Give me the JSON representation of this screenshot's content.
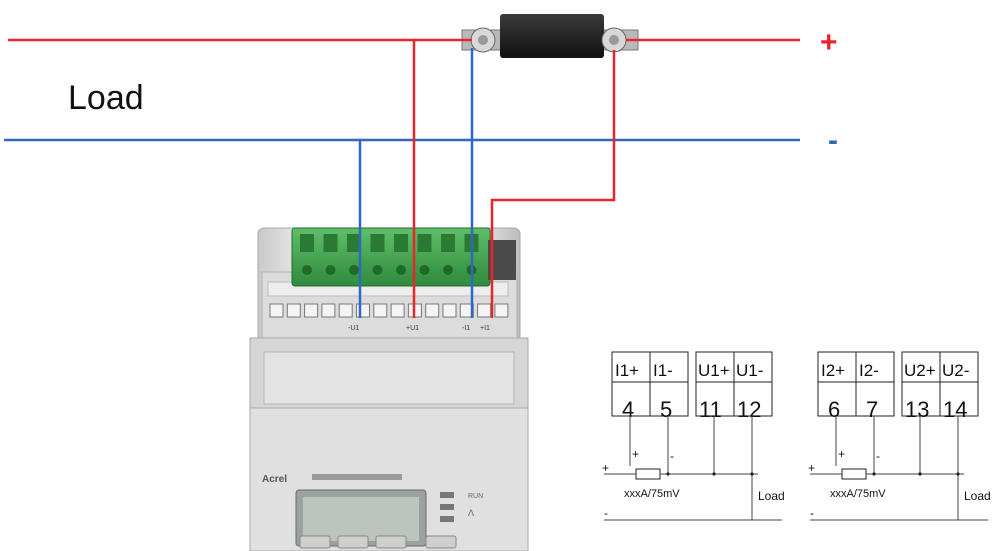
{
  "title": "Load",
  "rails": {
    "plus_label": "+",
    "minus_label": "-",
    "plus_color": "#e8262a",
    "minus_color": "#2f67c2"
  },
  "device": {
    "brand": "Acrel",
    "terminal_labels": [
      "-U1",
      "+U1",
      "-I1",
      "+I1"
    ],
    "indicator_labels": [
      "RUN",
      "Λ"
    ]
  },
  "schematics": [
    {
      "current_terminals": [
        {
          "name": "I1+",
          "number": "4"
        },
        {
          "name": "I1-",
          "number": "5"
        }
      ],
      "voltage_terminals": [
        {
          "name": "U1+",
          "number": "11"
        },
        {
          "name": "U1-",
          "number": "12"
        }
      ],
      "plus_a": "+",
      "plus_b": "+",
      "minus_a": "-",
      "minus_b": "-",
      "shunt_label": "xxxA/75mV",
      "load_label": "Load"
    },
    {
      "current_terminals": [
        {
          "name": "I2+",
          "number": "6"
        },
        {
          "name": "I2-",
          "number": "7"
        }
      ],
      "voltage_terminals": [
        {
          "name": "U2+",
          "number": "13"
        },
        {
          "name": "U2-",
          "number": "14"
        }
      ],
      "plus_a": "+",
      "plus_b": "+",
      "minus_a": "-",
      "minus_b": "-",
      "shunt_label": "xxxA/75mV",
      "load_label": "Load"
    }
  ]
}
